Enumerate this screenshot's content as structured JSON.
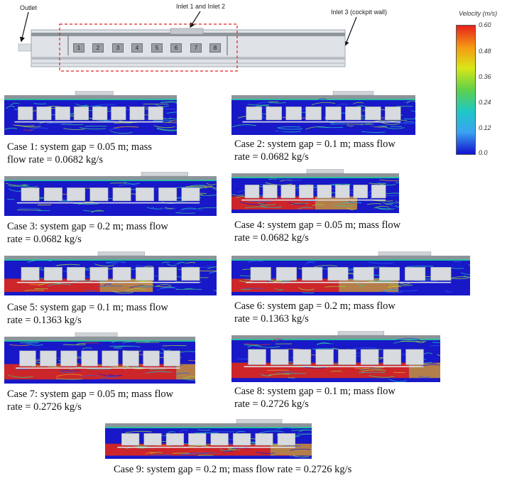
{
  "schematic": {
    "outlet_label": "Outlet",
    "inlet12_label": "Inlet 1 and Inlet 2",
    "inlet3_label": "Inlet 3 (cockpit wall)",
    "box_numbers": [
      "1",
      "2",
      "3",
      "4",
      "5",
      "6",
      "7",
      "8"
    ]
  },
  "legend": {
    "title": "Velocity (m/s)",
    "ticks": [
      "0.60",
      "0.48",
      "0.36",
      "0.24",
      "0.12",
      "0.0"
    ],
    "colors": [
      "#e8201c",
      "#f59a14",
      "#d9e617",
      "#5fd14a",
      "#1ec7c7",
      "#3aa3f0",
      "#1212d0"
    ]
  },
  "cases": [
    {
      "caption": "Case 1: system gap = 0.05 m; mass\nflow rate = 0.0682 kg/s"
    },
    {
      "caption": "Case 2: system gap = 0.1 m; mass flow\nrate = 0.0682 kg/s"
    },
    {
      "caption": "Case 3: system gap = 0.2 m; mass flow\nrate = 0.0682 kg/s"
    },
    {
      "caption": "Case 4: system gap = 0.05 m; mass flow\nrate = 0.0682 kg/s"
    },
    {
      "caption": "Case 5: system gap = 0.1 m; mass flow\nrate = 0.1363 kg/s"
    },
    {
      "caption": "Case 6: system gap = 0.2 m; mass flow\nrate = 0.1363 kg/s"
    },
    {
      "caption": "Case 7: system gap = 0.05 m; mass flow\nrate = 0.2726 kg/s"
    },
    {
      "caption": "Case 8: system gap = 0.1 m; mass flow\nrate = 0.2726 kg/s"
    },
    {
      "caption": "Case 9: system gap = 0.2 m; mass flow rate = 0.2726 kg/s"
    }
  ]
}
